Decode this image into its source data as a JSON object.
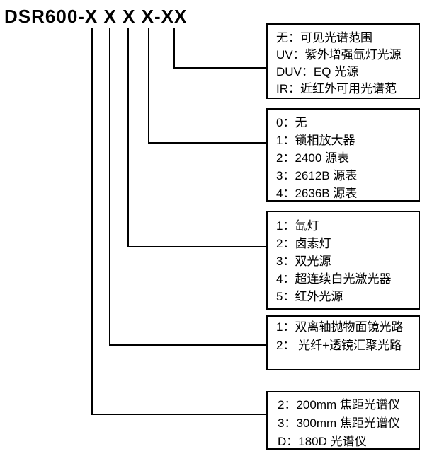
{
  "title": "DSR600-X X X X-XX",
  "boxes": {
    "spectral_range": {
      "lines": [
        "无：可见光谱范围",
        "UV：紫外增强氙灯光源",
        "DUV：EQ 光源",
        "IR：近红外可用光谱范"
      ]
    },
    "source_meter": {
      "lines": [
        "0：无",
        "1：锁相放大器",
        "2：2400 源表",
        "3：2612B 源表",
        "4：2636B 源表"
      ]
    },
    "light_source": {
      "lines": [
        "1：氙灯",
        "2：卤素灯",
        "3：双光源",
        "4：超连续白光激光器",
        "5：红外光源"
      ]
    },
    "optical_path": {
      "lines": [
        "1：双离轴抛物面镜光路",
        "2： 光纤+透镜汇聚光路"
      ]
    },
    "spectrometer": {
      "lines": [
        "2：200mm 焦距光谱仪",
        "3：300mm 焦距光谱仪",
        "D：180D 光谱仪"
      ]
    }
  },
  "colors": {
    "background": "#ffffff",
    "text": "#000000",
    "border": "#000000",
    "connector": "#000000"
  }
}
